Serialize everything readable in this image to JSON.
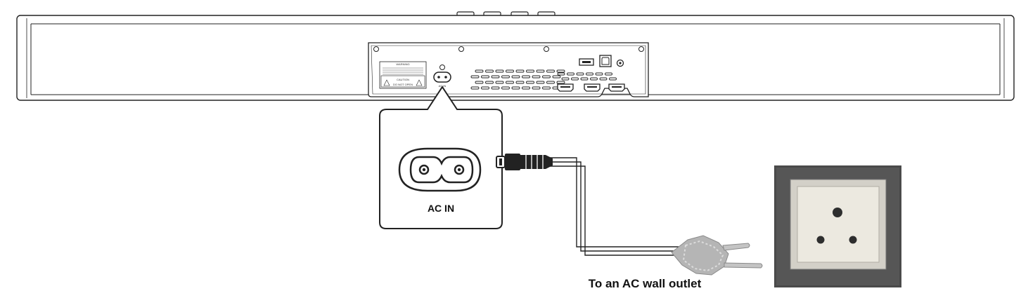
{
  "labels": {
    "ac_in": "AC IN",
    "ac_in_small": "AC IN",
    "wall_outlet": "To an AC wall outlet"
  },
  "warning_plate": {
    "heading": "WARNING",
    "caution": "CAUTION",
    "do_not_open": "DO NOT OPEN"
  },
  "colors": {
    "line": "#222222",
    "outlet_frame": "#4a4a4a",
    "outlet_face": "#e9e6dc",
    "plug": "#9a9a9a"
  }
}
